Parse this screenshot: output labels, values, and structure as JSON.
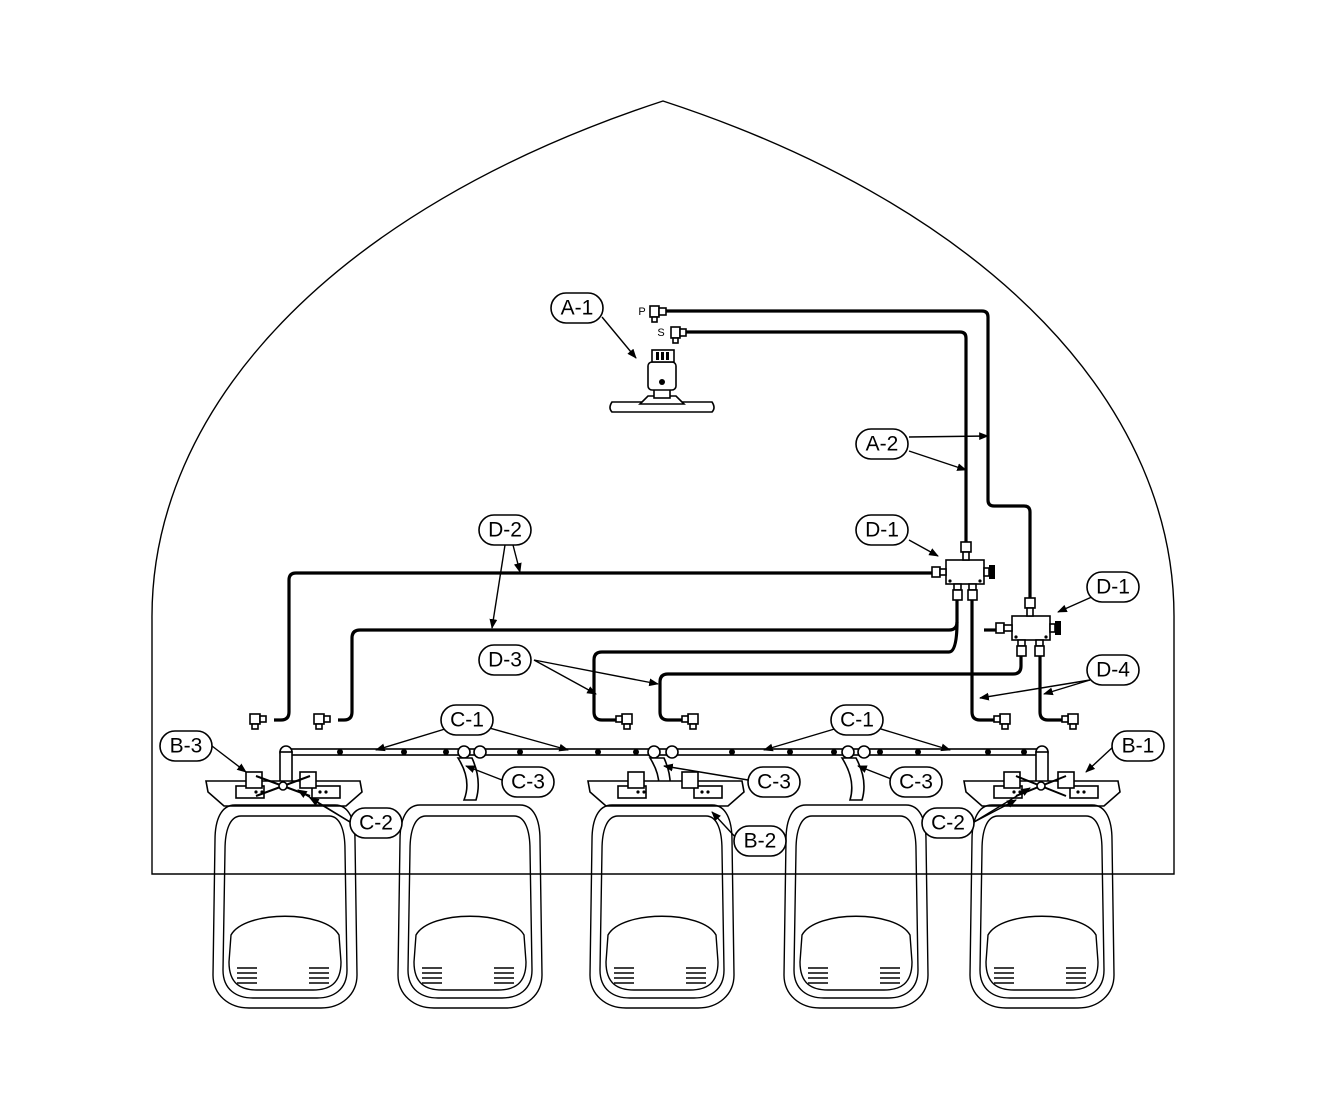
{
  "labels": {
    "A1": "A-1",
    "A2": "A-2",
    "B1": "B-1",
    "B2": "B-2",
    "B3": "B-3",
    "C1_left": "C-1",
    "C1_right": "C-1",
    "C2_left": "C-2",
    "C2_right": "C-2",
    "C3_left": "C-3",
    "C3_mid": "C-3",
    "C3_right": "C-3",
    "D1_upper": "D-1",
    "D1_lower": "D-1",
    "D2": "D-2",
    "D3": "D-3",
    "D4": "D-4"
  },
  "ports": {
    "pressure": "P",
    "supply": "S"
  },
  "colors": {
    "line": "#000000",
    "background": "#ffffff"
  }
}
